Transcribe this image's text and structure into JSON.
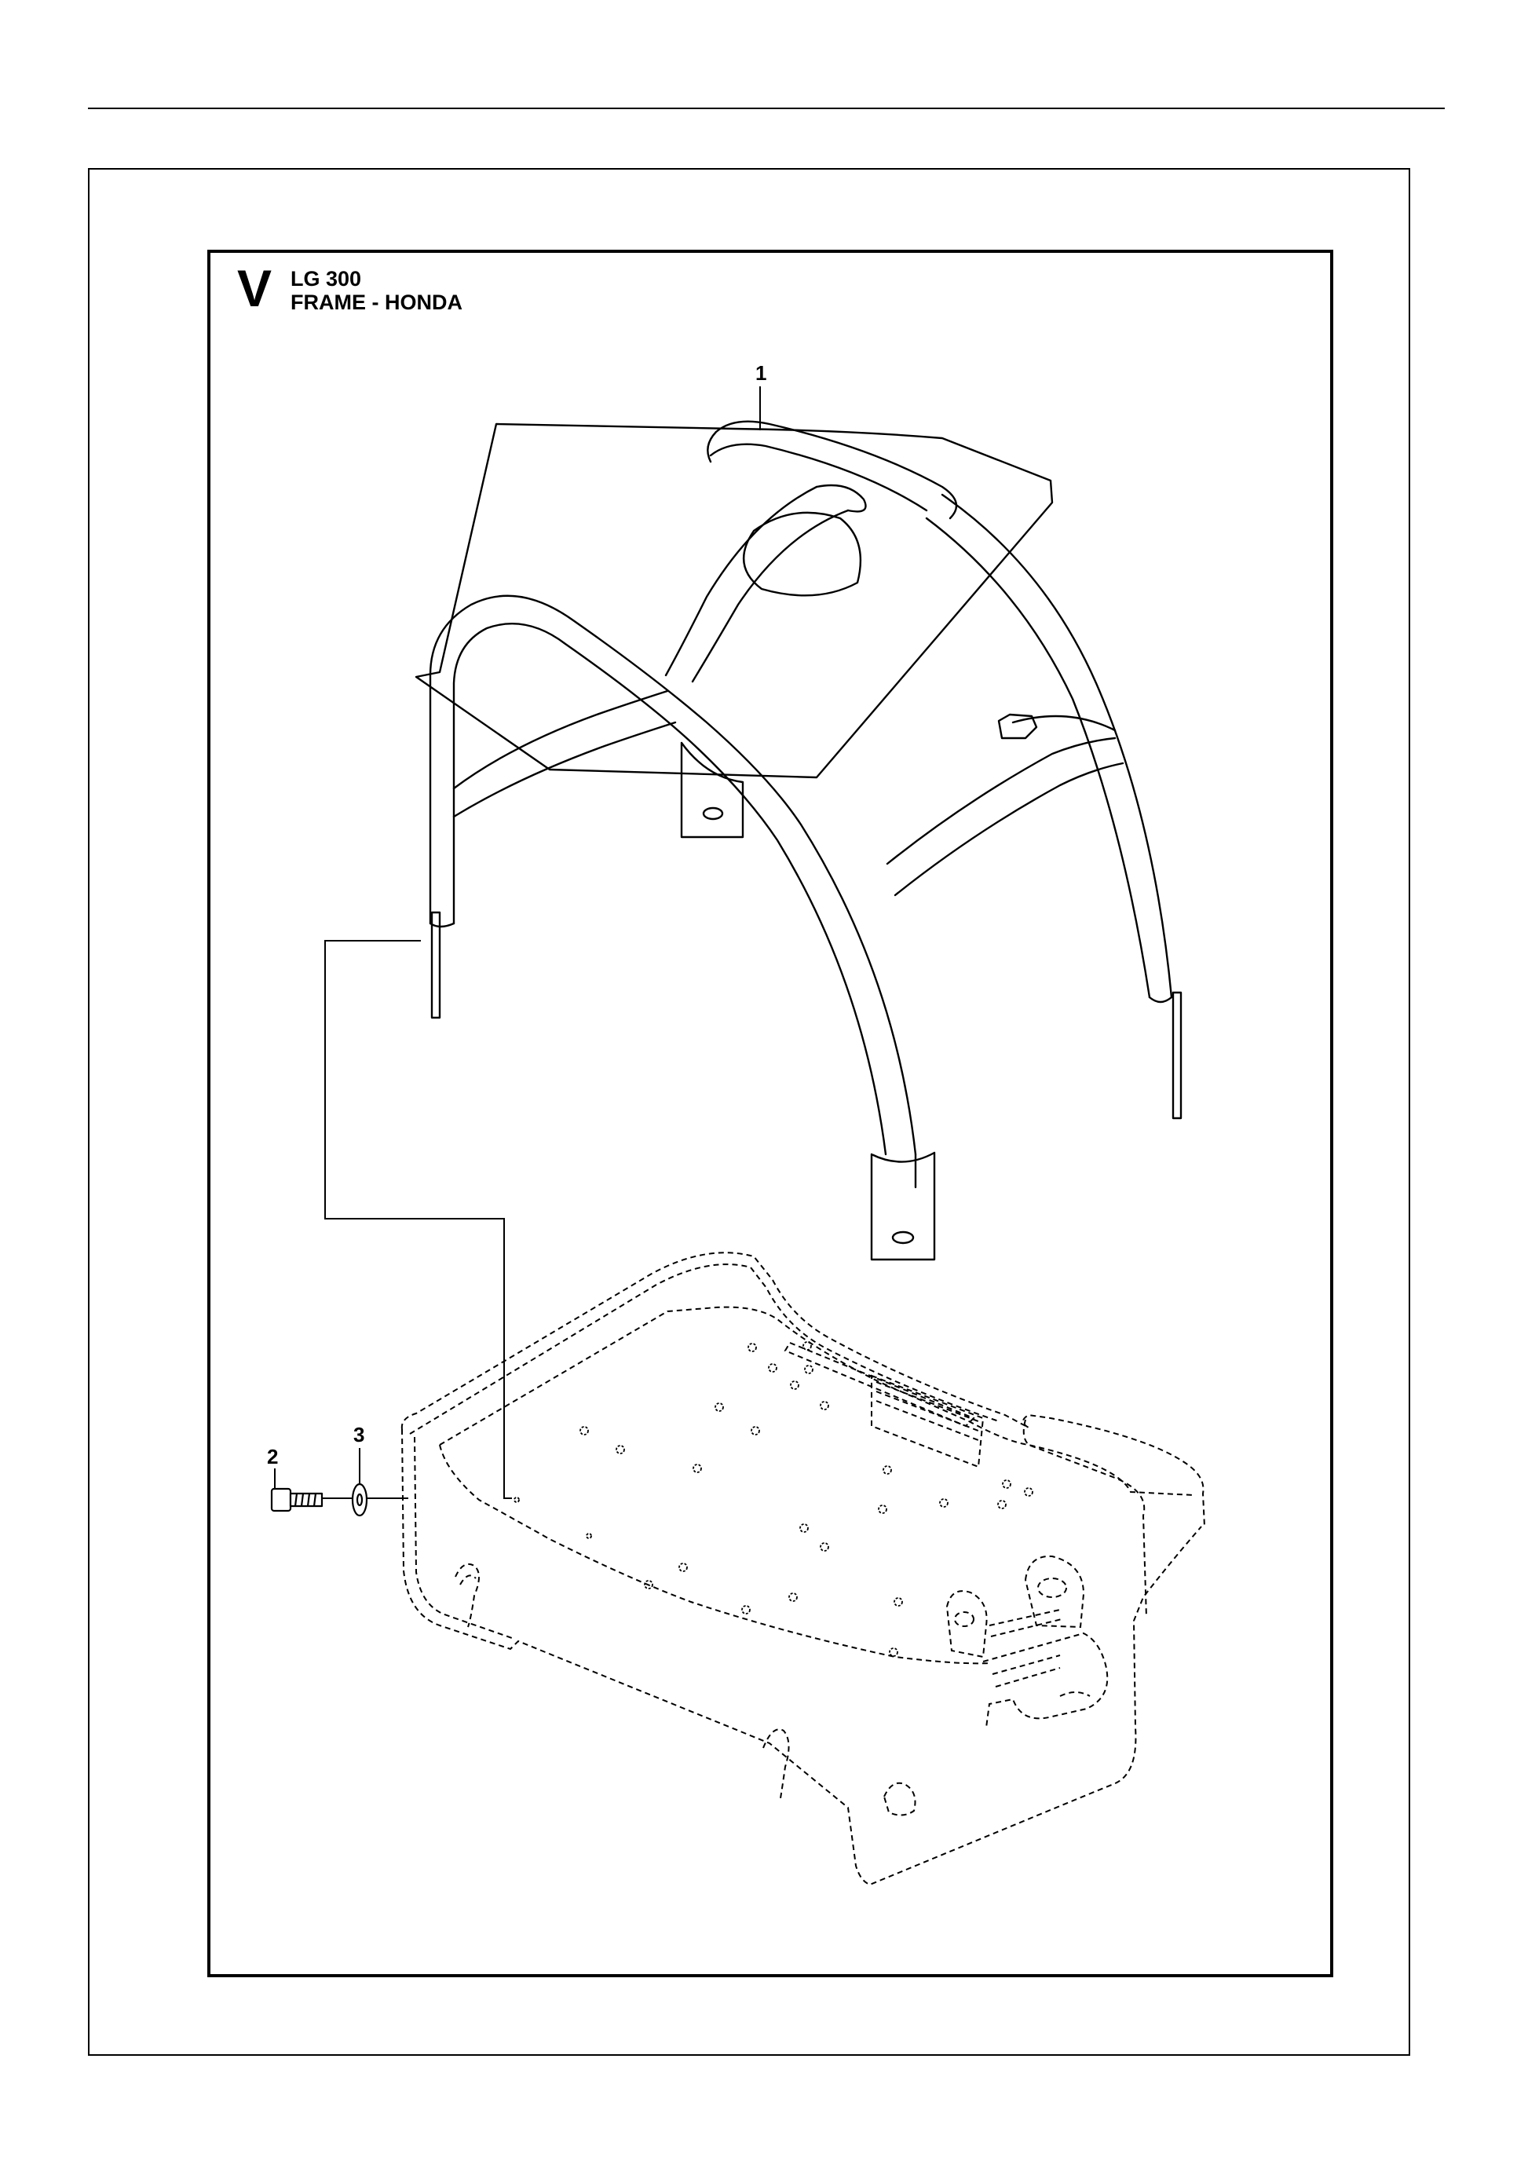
{
  "header": {
    "section_letter": "V",
    "model": "LG 300",
    "section_title": "FRAME - HONDA"
  },
  "callouts": [
    {
      "id": "1",
      "label": "1"
    },
    {
      "id": "2",
      "label": "2"
    },
    {
      "id": "3",
      "label": "3"
    }
  ]
}
